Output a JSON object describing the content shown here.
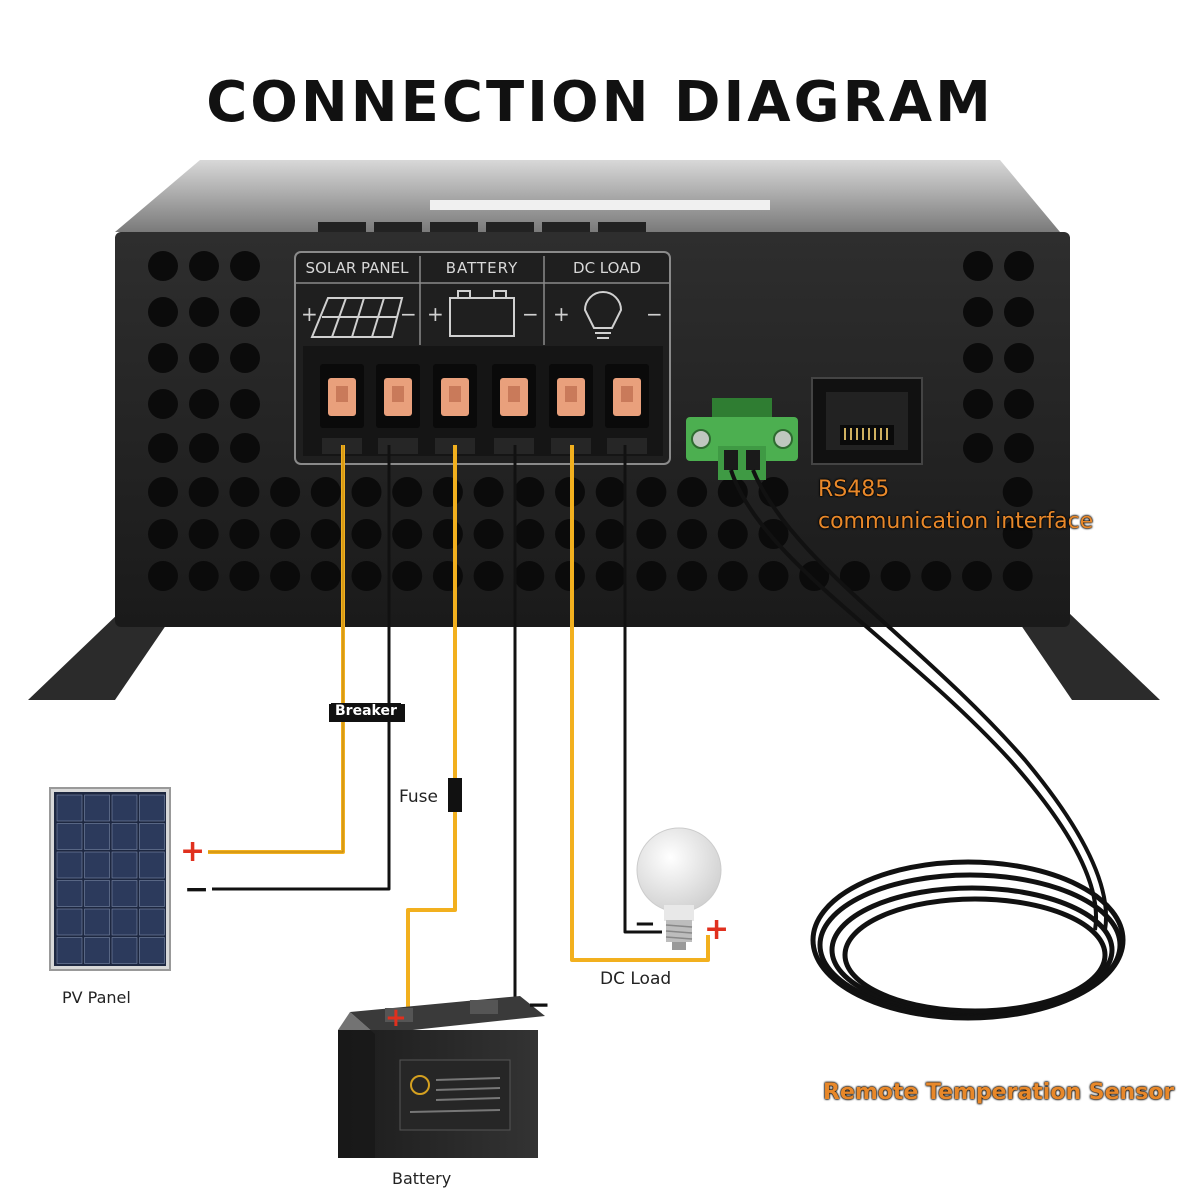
{
  "title": "CONNECTION DIAGRAM",
  "panel": {
    "headers": [
      "SOLAR PANEL",
      "BATTERY",
      "DC LOAD"
    ],
    "symbols": [
      "+",
      "−",
      "+",
      "−",
      "+",
      "−"
    ]
  },
  "labels": {
    "breaker": "Breaker",
    "fuse": "Fuse",
    "pv_panel": "PV Panel",
    "battery": "Battery",
    "dc_load": "DC Load",
    "rs485_line1": "RS485",
    "rs485_line2": "communication interface",
    "remote_sensor": "Remote Temperation Sensor"
  },
  "signs": {
    "pv_plus": "+",
    "pv_minus": "−",
    "bat_plus": "+",
    "bat_minus": "−",
    "load_minus": "−",
    "load_plus": "+"
  },
  "colors": {
    "positive_wire": "#f2b01e",
    "negative_wire": "#111111",
    "terminal": "#e9a07c",
    "controller_body": "#262626",
    "connector_green": "#4caf50",
    "label_orange": "#e8882a"
  }
}
